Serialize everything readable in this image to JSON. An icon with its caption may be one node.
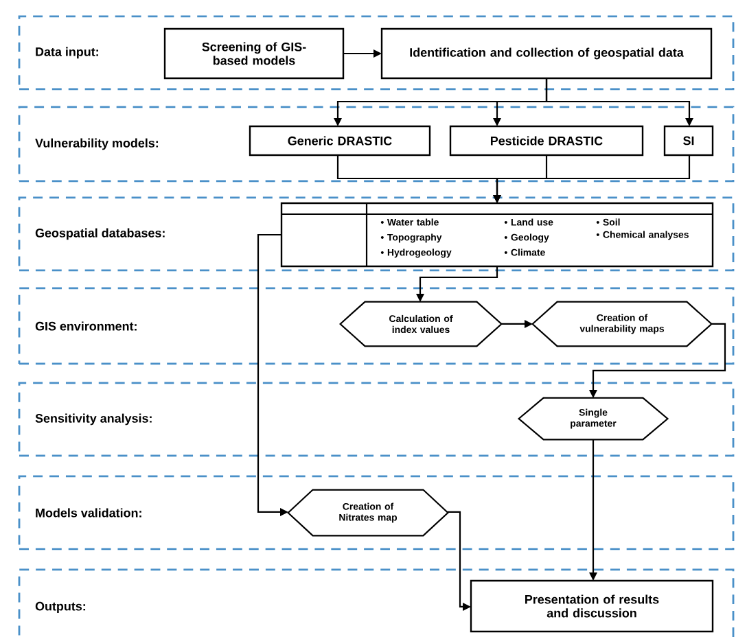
{
  "diagram": {
    "nodes": [
      {
        "text": [
          "Data input:"
        ]
      },
      {
        "text": [
          "Screening of GIS-based models"
        ],
        "in": 0
      },
      {
        "text": [
          "Identification and collection of geospatial data"
        ],
        "in": 0
      },
      {
        "text": [
          "Vulnerability models:"
        ]
      },
      {
        "text": [
          "Generic DRASTIC"
        ],
        "in": 3
      },
      {
        "text": [
          "Pesticide DRASTIC"
        ],
        "in": 3
      },
      {
        "text": [
          "SI"
        ],
        "in": 3
      },
      {
        "text": [
          "Geospatial databases:"
        ]
      },
      {
        "text": [
          "• Water table",
          "• Topography",
          "• Hydrogeology",
          "• Land use",
          "• Geology",
          "• Climate",
          "• Soil",
          "• Chemical analyses"
        ],
        "in": 7
      },
      {
        "text": [
          "GIS environment:"
        ]
      },
      {
        "text": [
          "Calculation of index values"
        ],
        "in": 9
      },
      {
        "text": [
          "Creation of vulnerability maps"
        ],
        "in": 9
      },
      {
        "text": [
          "Sensitivity analysis:"
        ]
      },
      {
        "text": [
          "Single parameter"
        ],
        "in": 12
      },
      {
        "text": [
          "Models validation:"
        ]
      },
      {
        "text": [
          "Creation of Nitrates map"
        ],
        "in": 14
      },
      {
        "text": [
          "Outputs:"
        ]
      },
      {
        "text": [
          "Presentation of results and discussion"
        ],
        "in": 16
      }
    ],
    "edges": [
      {
        "from": 1,
        "to": 2,
        "arrow": "to"
      },
      {
        "from": 2,
        "to": 4,
        "arrow": "to"
      },
      {
        "from": 2,
        "to": 5,
        "arrow": "to"
      },
      {
        "from": 2,
        "to": 6,
        "arrow": "to"
      },
      {
        "from": 4,
        "to": 8,
        "arrow": "to"
      },
      {
        "from": 5,
        "to": 8,
        "arrow": "to"
      },
      {
        "from": 6,
        "to": 8,
        "arrow": "to"
      },
      {
        "from": 8,
        "to": 10,
        "arrow": "to"
      },
      {
        "from": 10,
        "to": 11,
        "arrow": "to"
      },
      {
        "from": 11,
        "to": 13,
        "arrow": "to"
      },
      {
        "from": 8,
        "to": 15,
        "arrow": "to"
      },
      {
        "from": 13,
        "to": 17,
        "arrow": "to"
      },
      {
        "from": 15,
        "to": 17,
        "arrow": "to"
      }
    ]
  }
}
